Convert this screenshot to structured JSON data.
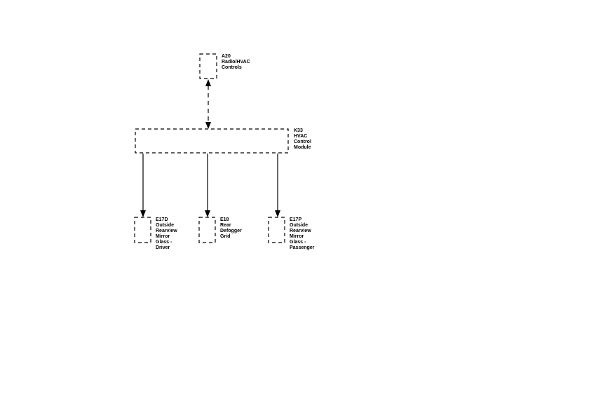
{
  "components": {
    "a20": {
      "lines": [
        "A20",
        "Radio/HVAC",
        "Controls"
      ]
    },
    "k33": {
      "lines": [
        "K33",
        "HVAC",
        "Control",
        "Module"
      ]
    },
    "e17d": {
      "lines": [
        "E17D",
        "Outside",
        "Rearview",
        "Mirror",
        "Glass -",
        "Driver"
      ]
    },
    "e18": {
      "lines": [
        "E18",
        "Rear",
        "Defogger",
        "Grid"
      ]
    },
    "e17p": {
      "lines": [
        "E17P",
        "Outside",
        "Rearview",
        "Mirror",
        "Glass -",
        "Passenger"
      ]
    }
  }
}
